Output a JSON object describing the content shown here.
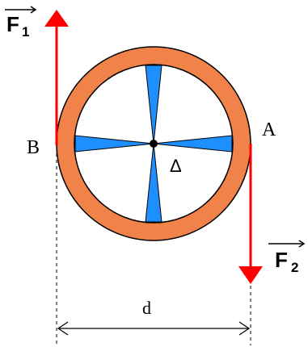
{
  "labels": {
    "f1_letter": "F",
    "f1_sub": "1",
    "f2_letter": "F",
    "f2_sub": "2",
    "point_b": "B",
    "point_a": "A",
    "axis": "Δ",
    "distance": "d"
  },
  "colors": {
    "rim": "#f0824a",
    "spokes": "#1e8fff",
    "force": "#ff0000",
    "outline": "#000000",
    "background": "#ffffff"
  }
}
